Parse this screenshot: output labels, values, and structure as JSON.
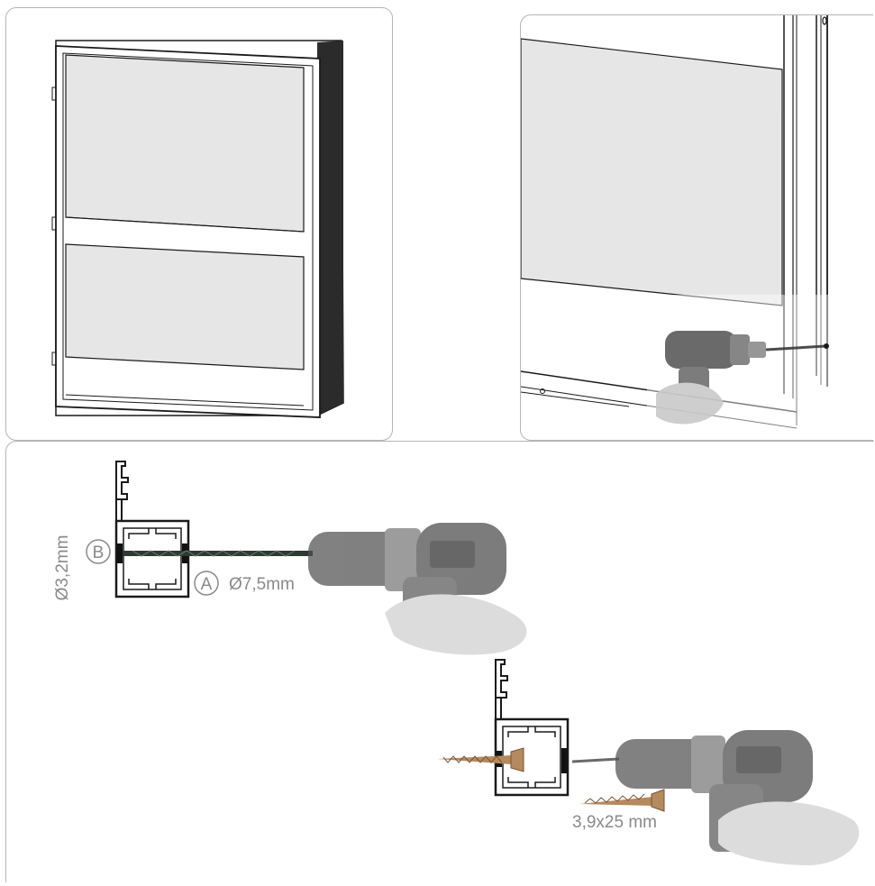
{
  "labels": {
    "diameter_b": "Ø3,2mm",
    "marker_b": "B",
    "marker_a": "A",
    "diameter_a": "Ø7,5mm",
    "screw_size": "3,9x25 mm"
  },
  "colors": {
    "frame_line": "#1a1a1a",
    "glass_fill": "#e6e6e7",
    "label_gray": "#8a8a8a",
    "drill_body": "#5a5a5a",
    "screw": "#b58a5e"
  }
}
